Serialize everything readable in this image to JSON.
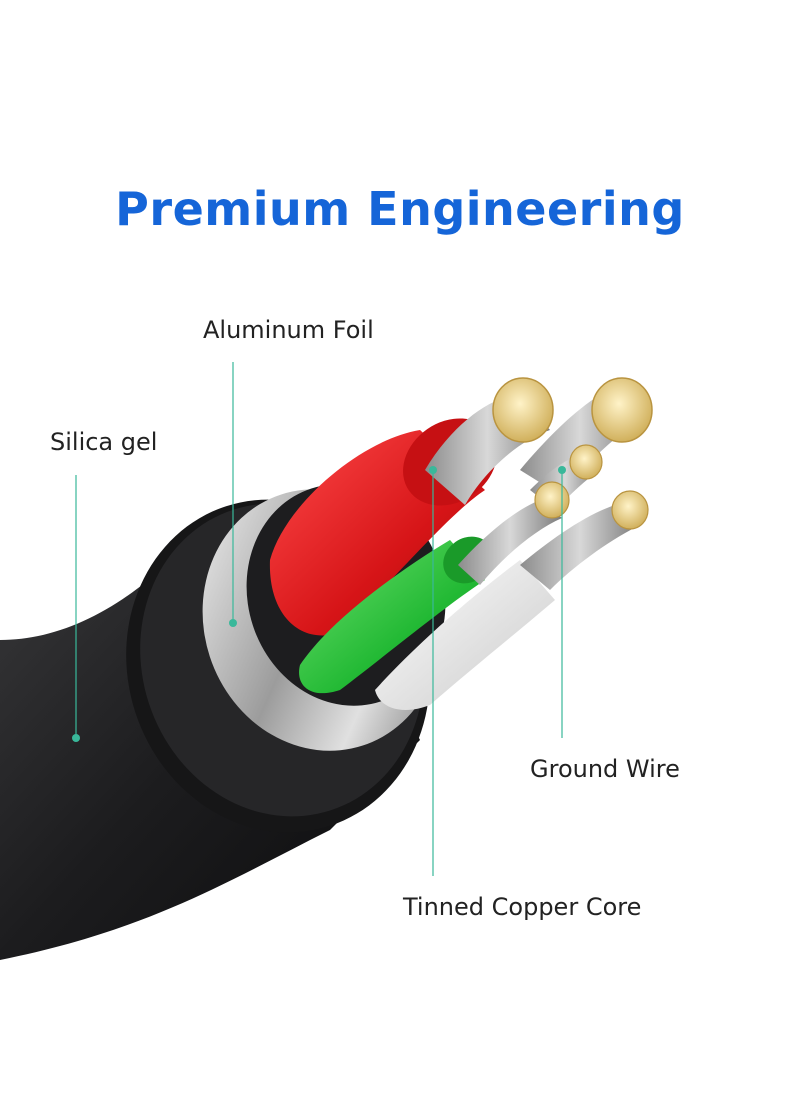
{
  "title": "Premium Engineering",
  "colors": {
    "title": "#1565d8",
    "callout_line": "#39b89a",
    "jacket": "#1c1c1e",
    "red_insulation": "#e0181b",
    "green_insulation": "#2bc43f",
    "white_insulation": "#f2f2f2",
    "copper_tip": "#e6c56a"
  },
  "labels": {
    "aluminum_foil": "Aluminum Foil",
    "silica_gel": "Silica gel",
    "ground_wire": "Ground Wire",
    "tinned_copper_core": "Tinned Copper Core"
  },
  "icons": [
    "callout-dot",
    "cable-illustration"
  ]
}
